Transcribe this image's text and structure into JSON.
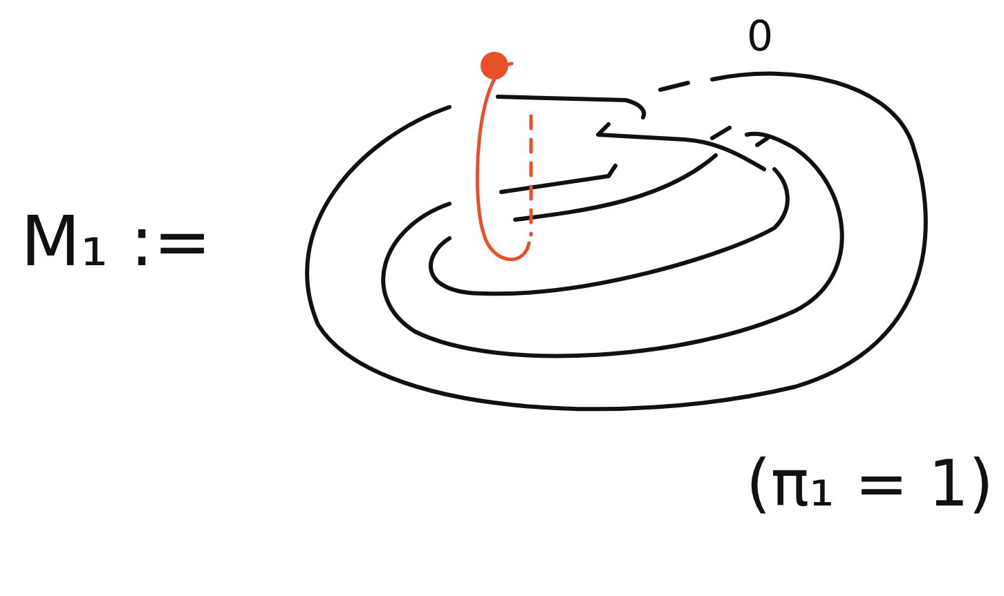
{
  "diagram": {
    "labels": [
      "M₁ :=",
      "0",
      "(π₁ = 1)"
    ]
  }
}
